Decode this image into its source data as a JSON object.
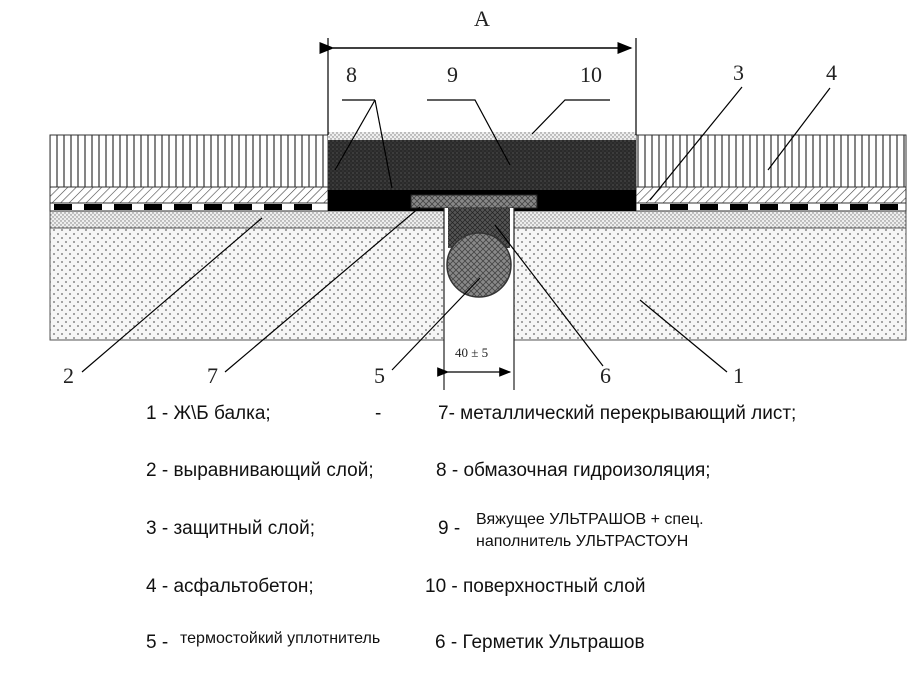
{
  "diagram": {
    "dimension_label": "A",
    "gap_label": "40 ± 5",
    "callouts": [
      "1",
      "2",
      "3",
      "4",
      "5",
      "6",
      "7",
      "8",
      "9",
      "10"
    ]
  },
  "legend": {
    "item1": "1 -  Ж\\Б балка;",
    "dash": "-",
    "item7": "7- металлический перекрывающий лист;",
    "item2": "2 -  выравнивающий слой;",
    "item8": "8 -  обмазочная гидроизоляция;",
    "item3": "3 -  защитный слой;",
    "item9_num": "9 -",
    "item9_line1": "Вяжущее УЛЬТРАШОВ + спец.",
    "item9_line2": "наполнитель УЛЬТРАСТОУН",
    "item4": "4 -  асфальтобетон;",
    "item10": "10 -  поверхностный слой",
    "item5_num": "5 -",
    "item5_text": "термостойкий уплотнитель",
    "item6": "6 - Герметик Ультрашов"
  }
}
